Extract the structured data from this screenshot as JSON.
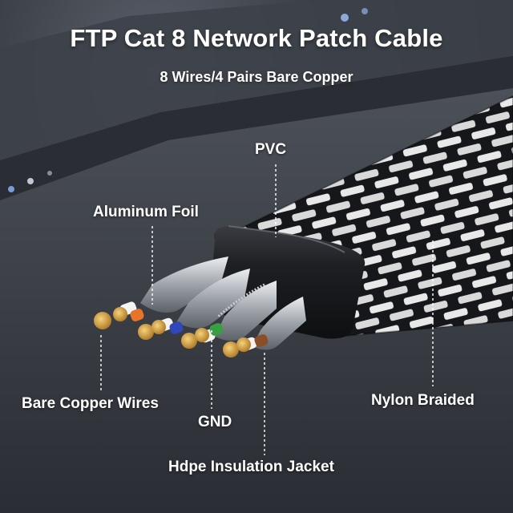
{
  "header": {
    "title": "FTP Cat 8 Network Patch Cable",
    "subtitle": "8 Wires/4 Pairs Bare Copper"
  },
  "callouts": {
    "pvc": "PVC",
    "aluminum_foil": "Aluminum Foil",
    "bare_copper_wires": "Bare Copper Wires",
    "gnd": "GND",
    "nylon_braided": "Nylon Braided",
    "hdpe_jacket": "Hdpe Insulation Jacket"
  },
  "colors": {
    "label_text": "#ffffff",
    "leader_line": "#ffffff",
    "jacket": "#1c1d20",
    "copper": "#d7a03c",
    "wire_orange": "#e8742a",
    "wire_blue": "#3146b8",
    "wire_green": "#38a043",
    "wire_brown": "#8a4e28"
  }
}
